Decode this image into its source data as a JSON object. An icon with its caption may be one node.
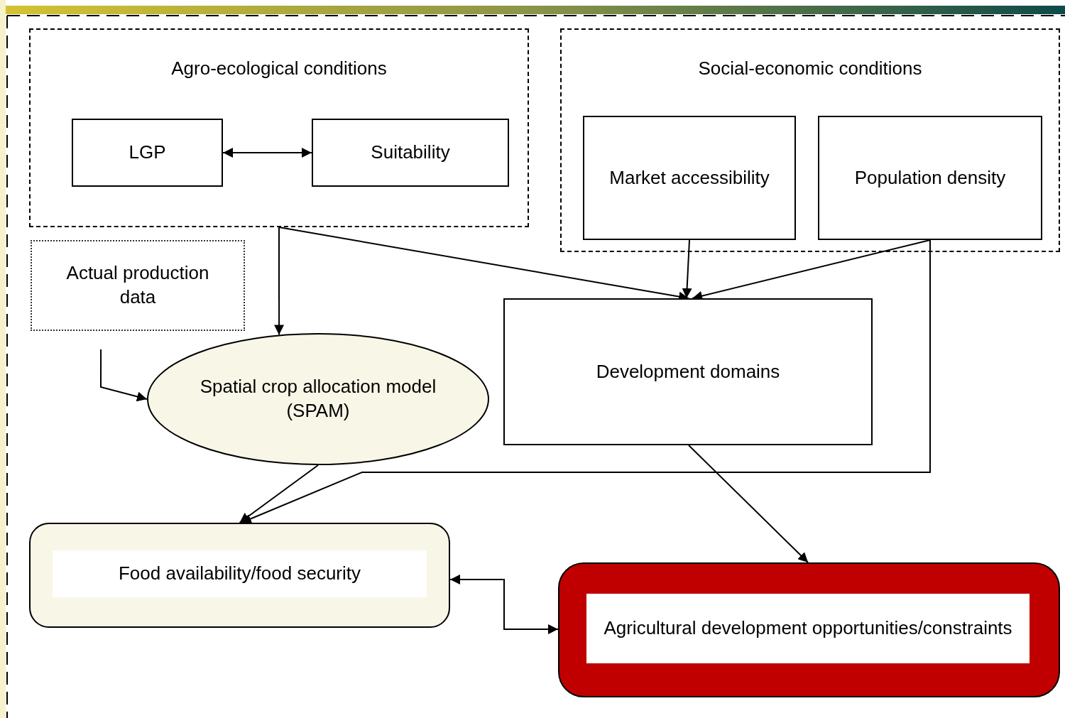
{
  "diagram": {
    "nodes": [
      {
        "text": [
          "Agro-ecological conditions"
        ]
      },
      {
        "text": [
          "LGP"
        ],
        "in": 0
      },
      {
        "text": [
          "Suitability"
        ],
        "in": 0
      },
      {
        "text": [
          "Social-economic conditions"
        ]
      },
      {
        "text": [
          "Market accessibility"
        ],
        "in": 3
      },
      {
        "text": [
          "Population density"
        ],
        "in": 3
      },
      {
        "text": [
          "Actual production data"
        ]
      },
      {
        "text": [
          "Spatial crop allocation model (SPAM)"
        ]
      },
      {
        "text": [
          "Development domains"
        ]
      },
      {
        "text": [
          "Food availability/food security"
        ]
      },
      {
        "text": [
          "Agricultural development opportunities/constraints"
        ]
      }
    ],
    "edges": [
      {
        "from": 1,
        "to": 2,
        "arrow": "both"
      },
      {
        "from": 0,
        "to": 7,
        "arrow": "to"
      },
      {
        "from": 0,
        "to": 8,
        "arrow": "to"
      },
      {
        "from": 4,
        "to": 8,
        "arrow": "to"
      },
      {
        "from": 5,
        "to": 8,
        "arrow": "to"
      },
      {
        "from": 5,
        "to": 9,
        "arrow": "to"
      },
      {
        "from": 7,
        "to": 9,
        "arrow": "to"
      },
      {
        "from": 6,
        "to": 7,
        "arrow": "to"
      },
      {
        "from": 8,
        "to": 10,
        "arrow": "to"
      },
      {
        "from": 9,
        "to": 10,
        "arrow": "both"
      }
    ]
  }
}
